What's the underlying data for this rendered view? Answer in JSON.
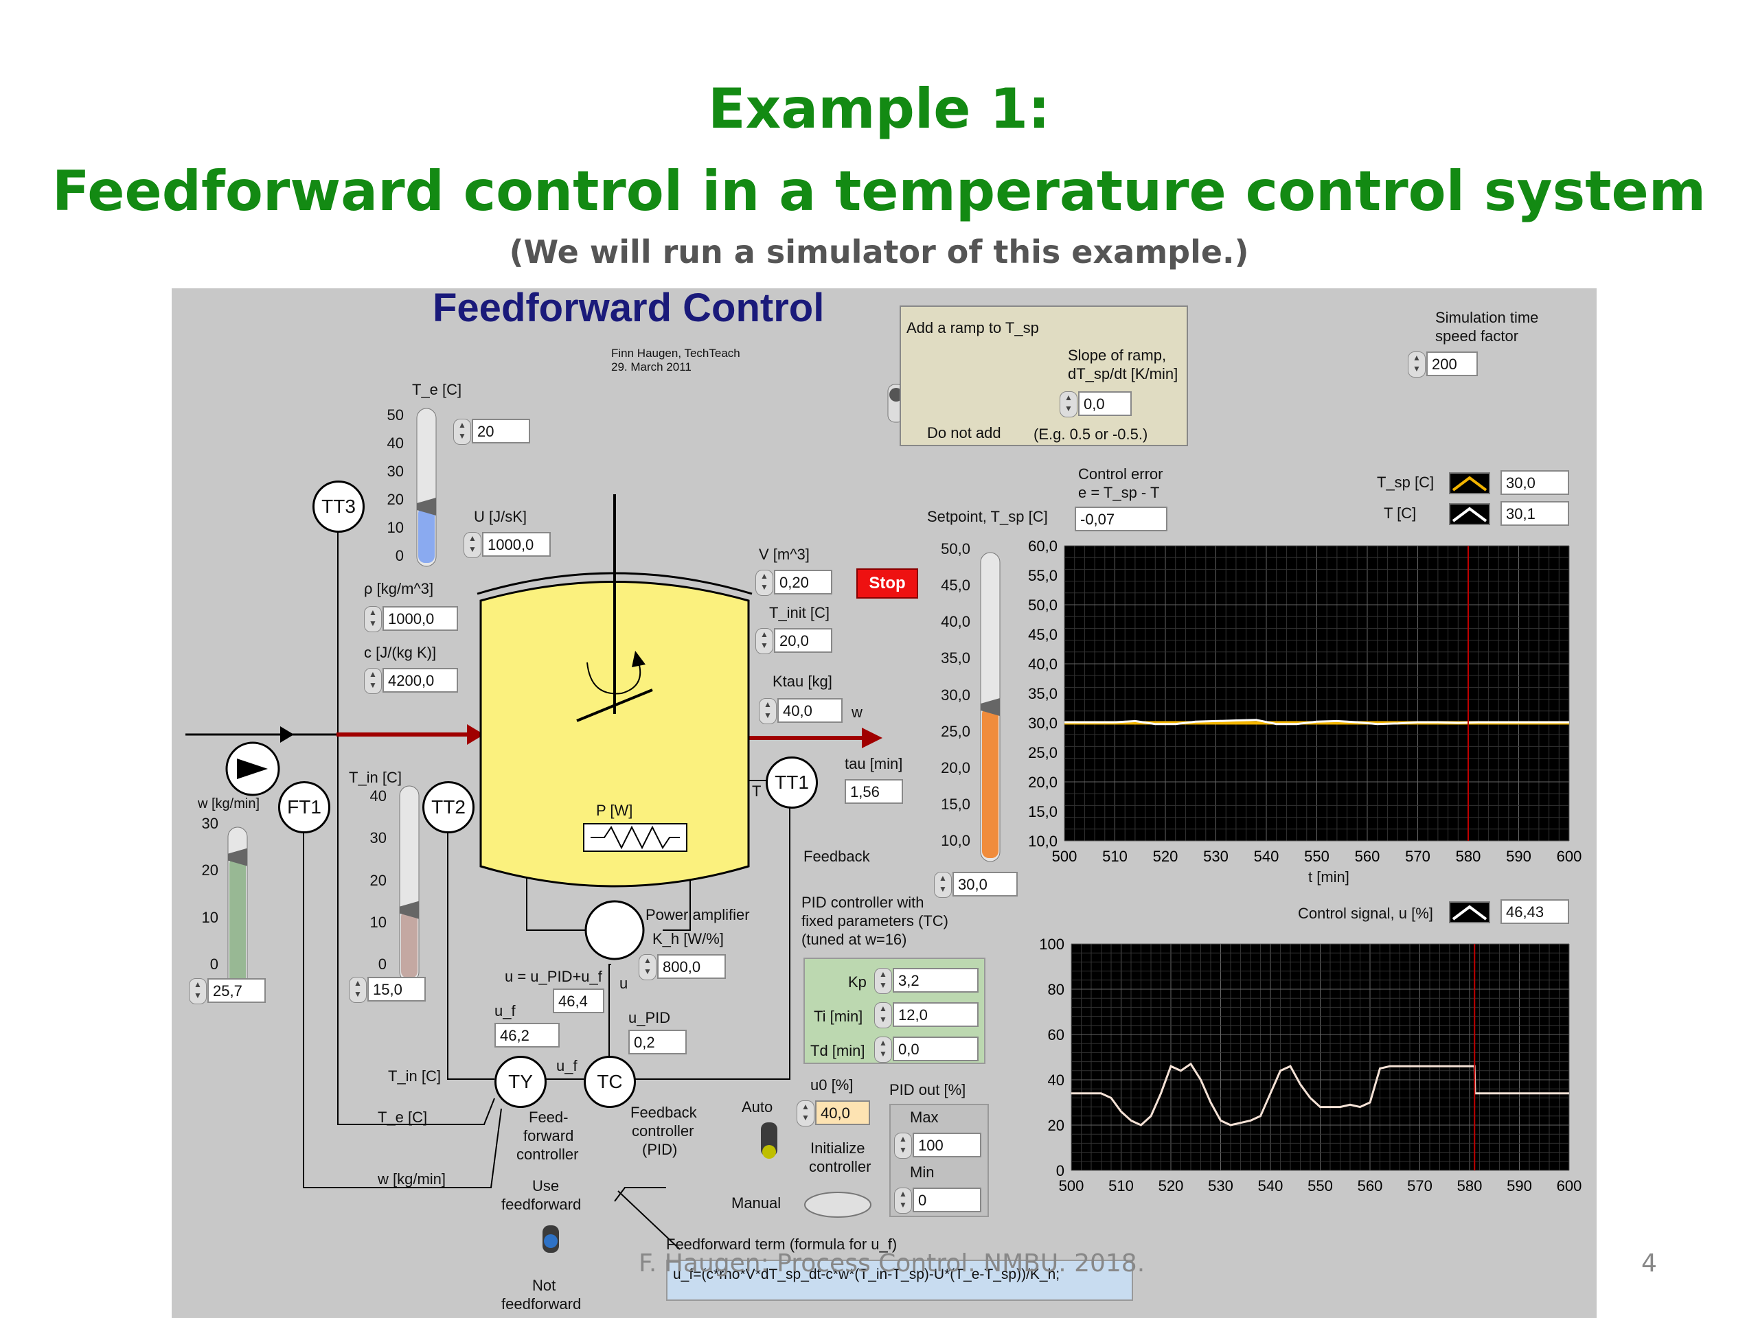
{
  "slide": {
    "title_line1": "Example 1:",
    "title_line2": "Feedforward control in a temperature control system",
    "subtitle": "(We will run a simulator of this example.)",
    "footer": "F. Haugen: Process Control. NMBU. 2018.",
    "page_number": "4"
  },
  "panel": {
    "title": "Feedforward Control",
    "author": "Finn Haugen, TechTeach",
    "date": "29. March 2011",
    "stop_label": "Stop",
    "ramp": {
      "title": "Add a ramp to T_sp",
      "slope_label_1": "Slope of ramp,",
      "slope_label_2": "dT_sp/dt [K/min]",
      "slope_value": "0,0",
      "switch_label": "Do not add",
      "hint": "(E.g. 0.5 or -0.5.)"
    },
    "sim_speed": {
      "label_1": "Simulation time",
      "label_2": "speed factor",
      "value": "200"
    },
    "Te": {
      "label": "T_e [C]",
      "value": "20",
      "ticks": [
        "50",
        "40",
        "30",
        "20",
        "10",
        "0"
      ],
      "level": 20,
      "max": 50
    },
    "U": {
      "label": "U [J/sK]",
      "value": "1000,0"
    },
    "rho": {
      "label": "ρ [kg/m^3]",
      "value": "1000,0"
    },
    "c": {
      "label": "c [J/(kg K)]",
      "value": "4200,0"
    },
    "V": {
      "label": "V [m^3]",
      "value": "0,20"
    },
    "T_init": {
      "label": "T_init [C]",
      "value": "20,0"
    },
    "Ktau": {
      "label": "Ktau [kg]",
      "value": "40,0"
    },
    "w_arrow_label": "w",
    "tau": {
      "label": "tau [min]",
      "value": "1,56"
    },
    "T_label": "T",
    "P_label": "P [W]",
    "power_amp_label": "Power amplifier",
    "Kh": {
      "label": "K_h [W/%]",
      "value": "800,0"
    },
    "w_flow": {
      "label": "w [kg/min]",
      "value": "25,7",
      "ticks": [
        "30",
        "20",
        "10",
        "0"
      ],
      "level": 25.7,
      "max": 30
    },
    "Tin": {
      "label": "T_in [C]",
      "value": "15,0",
      "ticks": [
        "40",
        "30",
        "20",
        "10",
        "0"
      ],
      "level": 15,
      "max": 40
    },
    "transmitters": {
      "tt3": "TT3",
      "ft1": "FT1",
      "tt2": "TT2",
      "tt1": "TT1",
      "ty": "TY",
      "tc": "TC"
    },
    "u_sum": {
      "label": "u = u_PID+u_f",
      "value": "46,4"
    },
    "u_f": {
      "label": "u_f",
      "value": "46,2"
    },
    "u_pid": {
      "label": "u_PID",
      "value": "0,2"
    },
    "u_label": "u",
    "u_f_label": "u_f",
    "wire_labels": {
      "tin": "T_in [C]",
      "te": "T_e [C]",
      "w": "w [kg/min]"
    },
    "ff_ctrl_label": [
      "Feed-",
      "forward",
      "controller"
    ],
    "fb_ctrl_label": [
      "Feedback",
      "controller",
      "(PID)"
    ],
    "use_ff": {
      "on": [
        "Use",
        "feedforward"
      ],
      "off": [
        "Not",
        "feedforward"
      ]
    },
    "auto_label": "Auto",
    "manual_label": "Manual",
    "init_label": [
      "Initialize",
      "controller"
    ],
    "u0": {
      "label": "u0 [%]",
      "value": "40,0"
    },
    "pid_out": {
      "label": "PID out [%]",
      "max_label": "Max",
      "max_value": "100",
      "min_label": "Min",
      "min_value": "0"
    },
    "feedback_label": "Feedback",
    "pid_info": [
      "PID controller with",
      "fixed parameters (TC)",
      "(tuned at w=16)"
    ],
    "kp": {
      "label": "Kp",
      "value": "3,2"
    },
    "ti": {
      "label": "Ti [min]",
      "value": "12,0"
    },
    "td": {
      "label": "Td [min]",
      "value": "0,0"
    },
    "setpoint": {
      "label": "Setpoint, T_sp [C]",
      "value": "30,0",
      "ticks": [
        "50,0",
        "45,0",
        "40,0",
        "35,0",
        "30,0",
        "25,0",
        "20,0",
        "15,0",
        "10,0"
      ],
      "level": 30,
      "min": 10,
      "max": 50
    },
    "control_error": {
      "label_1": "Control error",
      "label_2": "e = T_sp - T",
      "value": "-0,07"
    },
    "legend_tsp": {
      "label": "T_sp [C]",
      "value": "30,0"
    },
    "legend_t": {
      "label": "T [C]",
      "value": "30,1"
    },
    "legend_u": {
      "label": "Control signal, u [%]",
      "value": "46,43"
    },
    "ff_term": {
      "label": "Feedforward term (formula for u_f)",
      "formula": "u_f=(c*rho*V*dT_sp_dt-c*w*(T_in-T_sp)-U*(T_e-T_sp))/K_h;"
    }
  },
  "chart_data": [
    {
      "type": "line",
      "xlabel": "t [min]",
      "xlim": [
        500,
        600
      ],
      "ylim": [
        10,
        60
      ],
      "x_ticks": [
        "500",
        "510",
        "520",
        "530",
        "540",
        "550",
        "560",
        "570",
        "580",
        "590",
        "600"
      ],
      "y_ticks": [
        "60,0",
        "55,0",
        "50,0",
        "45,0",
        "40,0",
        "35,0",
        "30,0",
        "25,0",
        "20,0",
        "15,0",
        "10,0"
      ],
      "grid": true,
      "cursor_x": 580,
      "series": [
        {
          "name": "T_sp [C]",
          "color": "#f2b400",
          "x": [
            500,
            600
          ],
          "y": [
            30.0,
            30.0
          ]
        },
        {
          "name": "T [C]",
          "color": "#ffffff",
          "x": [
            500,
            510,
            514,
            518,
            522,
            526,
            530,
            534,
            538,
            542,
            546,
            550,
            554,
            558,
            562,
            566,
            570,
            574,
            578,
            582,
            586,
            590,
            600
          ],
          "y": [
            30.1,
            30.1,
            30.3,
            29.8,
            29.8,
            30.2,
            30.3,
            30.4,
            30.5,
            29.8,
            29.8,
            30.2,
            30.3,
            30.1,
            29.8,
            29.9,
            30.1,
            30.1,
            30.0,
            30.1,
            30.1,
            30.1,
            30.1
          ]
        }
      ]
    },
    {
      "type": "line",
      "xlim": [
        500,
        600
      ],
      "ylim": [
        0,
        100
      ],
      "x_ticks": [
        "500",
        "510",
        "520",
        "530",
        "540",
        "550",
        "560",
        "570",
        "580",
        "590",
        "600"
      ],
      "y_ticks": [
        "100",
        "80",
        "60",
        "40",
        "20",
        "0"
      ],
      "grid": true,
      "cursor_x": 581,
      "series": [
        {
          "name": "Control signal, u [%]",
          "color": "#f5e2d6",
          "x": [
            500,
            506,
            508,
            510,
            512,
            514,
            516,
            518,
            520,
            522,
            524,
            526,
            528,
            530,
            532,
            534,
            536,
            538,
            540,
            542,
            544,
            546,
            548,
            550,
            552,
            554,
            556,
            558,
            560,
            562,
            564,
            570,
            575,
            581,
            581.1,
            590,
            600
          ],
          "y": [
            34,
            34,
            32,
            26,
            22,
            20,
            24,
            34,
            46,
            44,
            47,
            40,
            30,
            22,
            20,
            21,
            22,
            24,
            34,
            44,
            46,
            38,
            32,
            28,
            28,
            28,
            29,
            28,
            30,
            45,
            46,
            46,
            46,
            46,
            34,
            34,
            34
          ]
        }
      ]
    }
  ]
}
